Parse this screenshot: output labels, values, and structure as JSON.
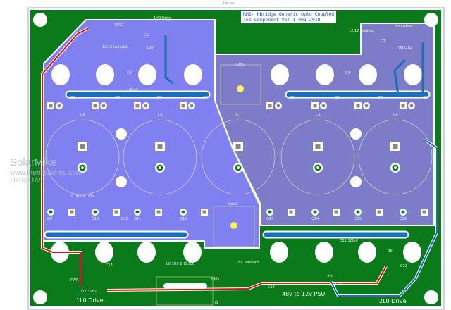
{
  "dimension_label": "298 mm",
  "title": {
    "line1": "RMS- HBridge Generic Opto Coupled",
    "line2": "Top Component Ver 1.001 2018"
  },
  "watermark": {
    "name": "SolarMike",
    "site": "www.thebackshed.com",
    "date": "2018/11/23"
  },
  "colors": {
    "board": "#0a7a1a",
    "pour_left": "#8080f0",
    "pour_right": "#7c7cc8",
    "trace_blue": "#1a70b8",
    "trace_red": "#e01010",
    "silk": "#f4f4c0"
  },
  "labels": {
    "psu1": "PSU1",
    "iso_left": "12/12 isolated",
    "iso_right": "12/12 isolated",
    "drive_1h0": "1H0 Drive",
    "drive_2h0": "2H0 Drive",
    "drive_1l0": "1L0 Drive",
    "drive_2l0": "2L0 Drive",
    "psu_48_12": "48v to 12v PSU",
    "transorb": "18v Transorb",
    "plus48v": "+48v",
    "plus_in": "+in",
    "pwr": "PWR",
    "part_left": "F003182",
    "part_right": "F003182",
    "header_pins": "L0 1H0 2H0 2L0",
    "cap_value": "10,000uf 100v",
    "c_small": "10uf",
    "c_mid": "100uf",
    "con1": "Con1",
    "con2": "Con2",
    "j1": "J1",
    "c1": "C1",
    "c2": "C2",
    "c3": "C3",
    "c4": "C4",
    "c10": "C10",
    "c11": "C11 100uf",
    "c12": "C12",
    "c13": "C13",
    "c14": "C14",
    "c15": "C15",
    "r6": "R6"
  },
  "mosfets_top": [
    "Q1",
    "Q2",
    "Q3",
    "Q4",
    "Q5",
    "Q6",
    "Q7",
    "Q8"
  ],
  "mosfets_bottom": [
    "Q9",
    "Q10",
    "Q11",
    "Q12",
    "Q13",
    "Q14",
    "Q15",
    "Q16"
  ],
  "big_caps": [
    "C5",
    "C6",
    "C7",
    "C8",
    "C9"
  ]
}
